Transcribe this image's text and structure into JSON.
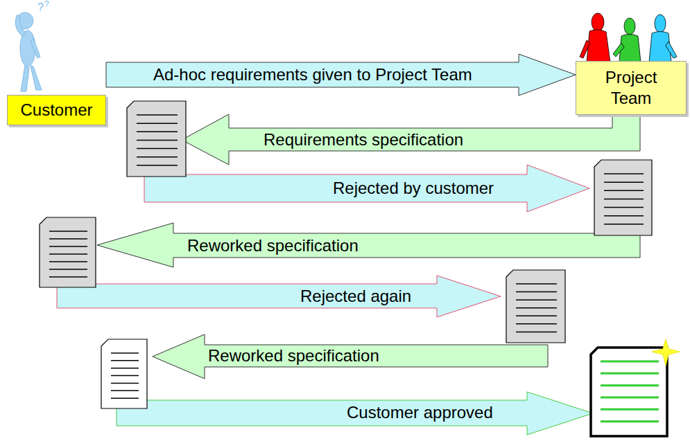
{
  "diagram": {
    "nodes": [
      {
        "text": [
          "Customer"
        ]
      },
      {
        "text": [
          "Project Team"
        ]
      }
    ],
    "edges": [
      {
        "from": 0,
        "to": 1,
        "arrow": "to",
        "label": "Ad-hoc requirements given to Project Team"
      }
    ],
    "labels": [
      "Requirements specification",
      "Rejected by customer",
      "Reworked specification",
      "Rejected again",
      "Reworked specification",
      "Customer approved"
    ]
  }
}
